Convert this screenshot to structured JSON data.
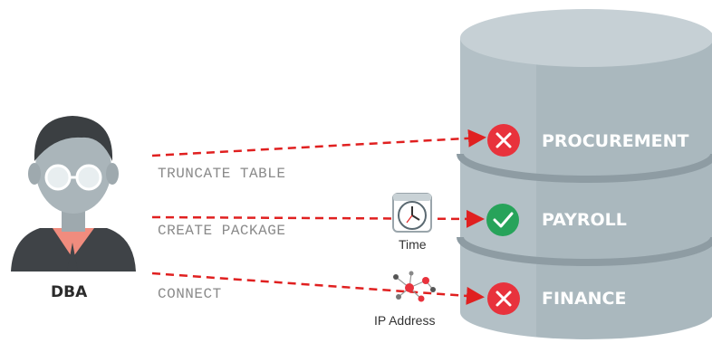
{
  "actor": {
    "label": "DBA",
    "icon": "dba-person-icon"
  },
  "commands": [
    {
      "text": "TRUNCATE TABLE",
      "target": "PROCUREMENT",
      "status": "denied"
    },
    {
      "text": "CREATE PACKAGE",
      "target": "PAYROLL",
      "status": "allowed"
    },
    {
      "text": "CONNECT",
      "target": "FINANCE",
      "status": "denied"
    }
  ],
  "conditions": {
    "time_label": "Time",
    "ip_label": "IP Address"
  },
  "database": {
    "segments": [
      "PROCUREMENT",
      "PAYROLL",
      "FINANCE"
    ]
  },
  "colors": {
    "arrow": "#e02020",
    "denied": "#e8323c",
    "allowed": "#27a35a",
    "cylinder": "#b3c0c6",
    "cylinder_dark": "#9fadb4",
    "skin": "#aab5ba",
    "hair": "#3b3f42"
  }
}
